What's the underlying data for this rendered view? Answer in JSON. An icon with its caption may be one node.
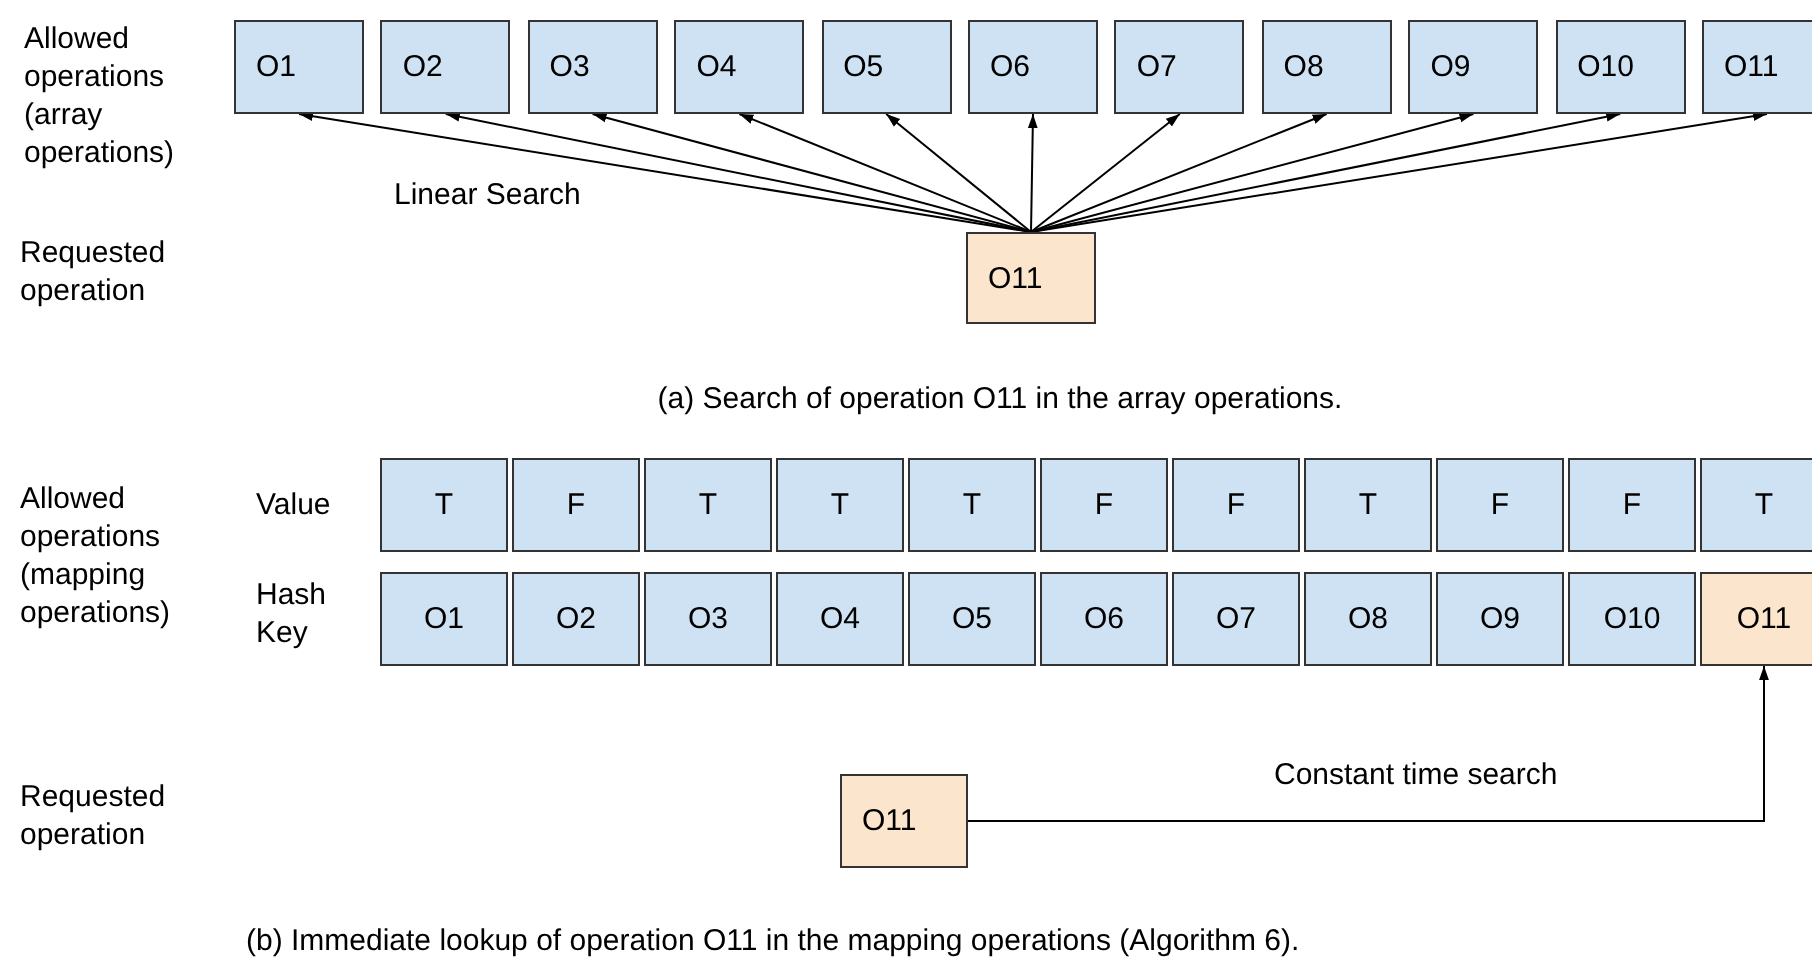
{
  "diagram": {
    "nodes": [
      {
        "text": [
          "O1"
        ]
      },
      {
        "text": [
          "O2"
        ]
      },
      {
        "text": [
          "O3"
        ]
      },
      {
        "text": [
          "O4"
        ]
      },
      {
        "text": [
          "O5"
        ]
      },
      {
        "text": [
          "O6"
        ]
      },
      {
        "text": [
          "O7"
        ]
      },
      {
        "text": [
          "O8"
        ]
      },
      {
        "text": [
          "O9"
        ]
      },
      {
        "text": [
          "O10"
        ]
      },
      {
        "text": [
          "O11"
        ]
      },
      {
        "text": [
          "O11"
        ]
      },
      {
        "text": [
          "T"
        ]
      },
      {
        "text": [
          "F"
        ]
      },
      {
        "text": [
          "T"
        ]
      },
      {
        "text": [
          "T"
        ]
      },
      {
        "text": [
          "T"
        ]
      },
      {
        "text": [
          "F"
        ]
      },
      {
        "text": [
          "F"
        ]
      },
      {
        "text": [
          "T"
        ]
      },
      {
        "text": [
          "F"
        ]
      },
      {
        "text": [
          "F"
        ]
      },
      {
        "text": [
          "T"
        ]
      },
      {
        "text": [
          "O1"
        ]
      },
      {
        "text": [
          "O2"
        ]
      },
      {
        "text": [
          "O3"
        ]
      },
      {
        "text": [
          "O4"
        ]
      },
      {
        "text": [
          "O5"
        ]
      },
      {
        "text": [
          "O6"
        ]
      },
      {
        "text": [
          "O7"
        ]
      },
      {
        "text": [
          "O8"
        ]
      },
      {
        "text": [
          "O9"
        ]
      },
      {
        "text": [
          "O10"
        ]
      },
      {
        "text": [
          "O11"
        ]
      },
      {
        "text": [
          "O11"
        ]
      }
    ],
    "edges": [
      {
        "from": 11,
        "to": 0,
        "arrow": "to"
      },
      {
        "from": 11,
        "to": 1,
        "arrow": "to"
      },
      {
        "from": 11,
        "to": 2,
        "arrow": "to"
      },
      {
        "from": 11,
        "to": 3,
        "arrow": "to"
      },
      {
        "from": 11,
        "to": 4,
        "arrow": "to"
      },
      {
        "from": 11,
        "to": 5,
        "arrow": "to"
      },
      {
        "from": 11,
        "to": 6,
        "arrow": "to"
      },
      {
        "from": 11,
        "to": 7,
        "arrow": "to"
      },
      {
        "from": 11,
        "to": 8,
        "arrow": "to"
      },
      {
        "from": 11,
        "to": 9,
        "arrow": "to"
      },
      {
        "from": 11,
        "to": 10,
        "arrow": "to"
      },
      {
        "from": 34,
        "to": 33,
        "arrow": "to",
        "label": "Constant time search"
      }
    ],
    "labels": [
      "Allowed operations (array operations)",
      "Linear Search",
      "Requested operation",
      "(a) Search of operation O11 in the array operations.",
      "Allowed operations (mapping operations)",
      "Value",
      "Hash Key",
      "Requested operation",
      "(b) Immediate lookup of operation O11 in the mapping operations (Algorithm 6)."
    ]
  }
}
